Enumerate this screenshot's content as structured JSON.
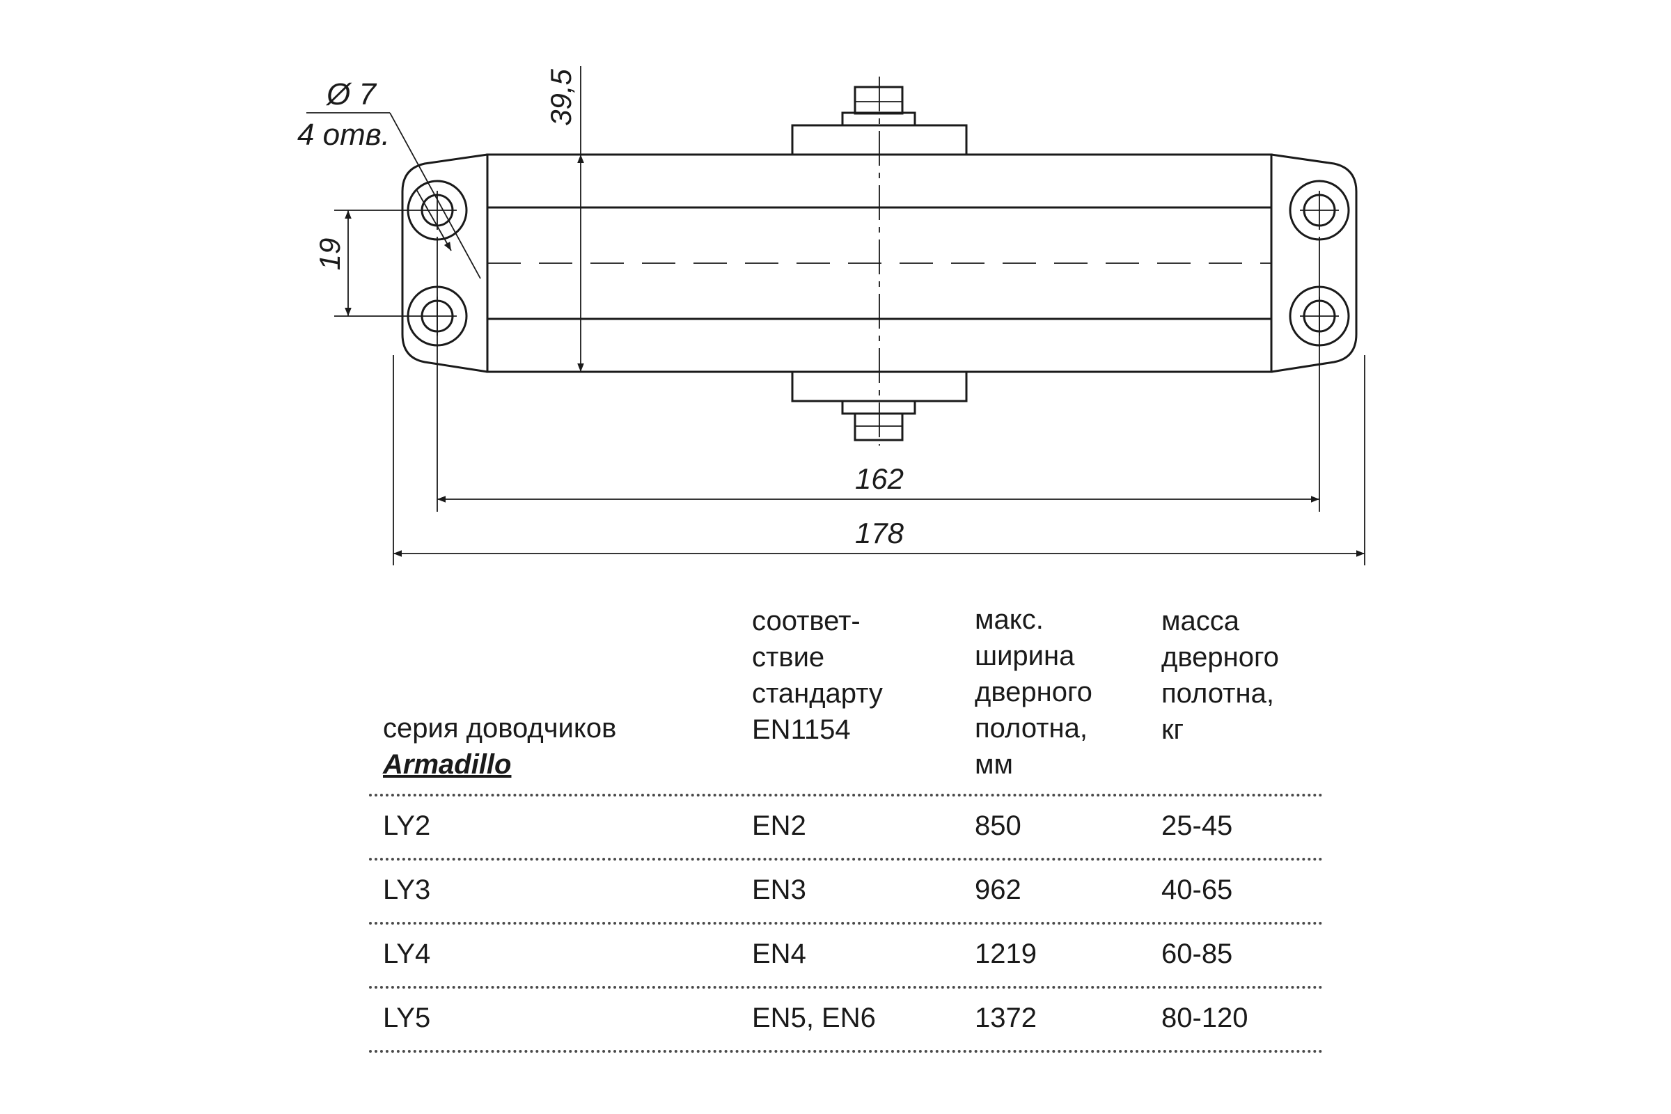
{
  "drawing": {
    "hole_label_top": "Ø 7",
    "hole_label_bottom": "4 отв.",
    "dim_height": "39,5",
    "dim_hole_spacing": "19",
    "dim_inner_length": "162",
    "dim_outer_length": "178"
  },
  "table": {
    "headers": {
      "series": "серия доводчиков",
      "series_brand": "Armadillo",
      "standard": [
        "соответ-",
        "ствие",
        "стандарту",
        "EN1154"
      ],
      "width": [
        "макс.",
        "ширина",
        "дверного",
        "полотна,",
        "мм"
      ],
      "mass": [
        "масса",
        "дверного",
        "полотна,",
        "кг"
      ]
    },
    "rows": [
      {
        "series": "LY2",
        "standard": "EN2",
        "width": "850",
        "mass": "25-45"
      },
      {
        "series": "LY3",
        "standard": "EN3",
        "width": "962",
        "mass": "40-65"
      },
      {
        "series": "LY4",
        "standard": "EN4",
        "width": "1219",
        "mass": "60-85"
      },
      {
        "series": "LY5",
        "standard": "EN5, EN6",
        "width": "1372",
        "mass": "80-120"
      }
    ]
  }
}
